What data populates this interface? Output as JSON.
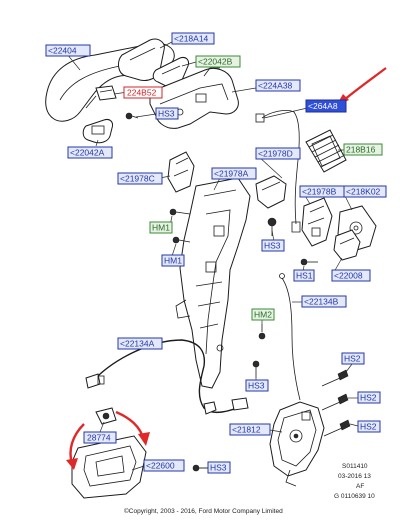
{
  "labels": {
    "l22404": "<22404",
    "l218A14": "<218A14",
    "l22042B": "<22042B",
    "l224A38": "<224A38",
    "l224B52": "224B52",
    "l264A8": "<264A8",
    "lHS3a": "HS3",
    "l22042A": "<22042A",
    "l21978D": "<21978D",
    "l218B16": "218B16",
    "l21978C": "<21978C",
    "l21978A": "<21978A",
    "l21978B": "<21978B",
    "l218K02": "<218K02",
    "lHM1a": "HM1",
    "lHS3b": "HS3",
    "lHM1b": "HM1",
    "lHS1": "HS1",
    "l22008": "<22008",
    "l22134B": "<22134B",
    "lHM2": "HM2",
    "l22134A": "<22134A",
    "lHS2a": "HS2",
    "lHS3c": "HS3",
    "lHS2b": "HS2",
    "l28774": "28774",
    "l21812": "<21812",
    "lHS2c": "HS2",
    "l22600": "<22600",
    "lHS3d": "HS3"
  },
  "footer": {
    "code1": "S011410",
    "code2": "03-2016 13",
    "code3": "AF",
    "code4": "G 0110639 10",
    "copyright": "©Copyright, 2003 - 2016, Ford Motor Company Limited"
  },
  "colors": {
    "blue_box": "#2438a8",
    "blue_fill": "#e3e8fb",
    "green_box": "#3e8a3a",
    "green_fill": "#e6f3e2",
    "red_box": "#d0242a",
    "highlight": "#2f4fd8",
    "annotation_red": "#e02828"
  }
}
